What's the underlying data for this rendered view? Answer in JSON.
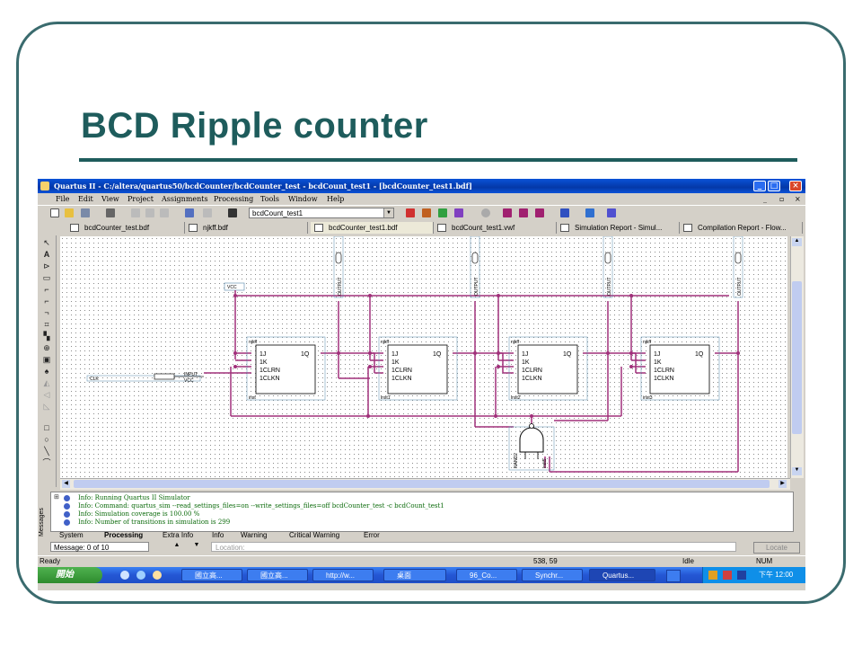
{
  "slide": {
    "title": "BCD Ripple counter"
  },
  "window": {
    "title": "Quartus II - C:/altera/quartus50/bcdCounter/bcdCounter_test - bcdCount_test1 - [bcdCounter_test1.bdf]",
    "menu": [
      "File",
      "Edit",
      "View",
      "Project",
      "Assignments",
      "Processing",
      "Tools",
      "Window",
      "Help"
    ],
    "toolbar_combo": "bcdCount_test1",
    "doc_tabs": [
      "bcdCounter_test.bdf",
      "njkff.bdf",
      "bcdCounter_test1.bdf",
      "bcdCount_test1.vwf",
      "Simulation Report - Simul...",
      "Compilation Report - Flow..."
    ]
  },
  "schematic": {
    "vcc_label": "VCC",
    "clk_label": "CLK",
    "input_label": "INPUT",
    "input_sub": "VCC",
    "flipflops": [
      {
        "type": "njkff",
        "inst": "inst",
        "j": "1J",
        "q": "1Q",
        "k": "1K",
        "clrn": "1CLRN",
        "clkn": "1CLKN"
      },
      {
        "type": "njkff",
        "inst": "inst1",
        "j": "1J",
        "q": "1Q",
        "k": "1K",
        "clrn": "1CLRN",
        "clkn": "1CLKN"
      },
      {
        "type": "njkff",
        "inst": "inst2",
        "j": "1J",
        "q": "1Q",
        "k": "1K",
        "clrn": "1CLRN",
        "clkn": "1CLKN"
      },
      {
        "type": "njkff",
        "inst": "inst3",
        "j": "1J",
        "q": "1Q",
        "k": "1K",
        "clrn": "1CLRN",
        "clkn": "1CLKN"
      }
    ],
    "output_label": "OUTPUT",
    "nand_labels": [
      "NAND2",
      "inst5"
    ]
  },
  "messages": {
    "lines": [
      "Info: Running Quartus II Simulator",
      "Info: Command: quartus_sim --read_settings_files=on --write_settings_files=off bcdCounter_test -c bcdCount_test1",
      "Info: Simulation coverage is      100.00 %",
      "Info: Number of transitions in simulation is 299"
    ],
    "tabs": [
      "System",
      "Processing",
      "Extra Info",
      "Info",
      "Warning",
      "Critical Warning",
      "Error"
    ],
    "active_tab": "Processing",
    "count": "Message: 0 of 10",
    "location_placeholder": "Location:",
    "locate_button": "Locate",
    "side_label": "Messages"
  },
  "statusbar": {
    "left": "Ready",
    "coords": "538, 59",
    "state": "Idle",
    "num": "NUM"
  },
  "taskbar": {
    "start": "開始",
    "items": [
      "國立高...",
      "國立高...",
      "http://w...",
      "桌面",
      "96_Co...",
      "Synchr...",
      "Quartus..."
    ],
    "clock": "下午 12:00"
  }
}
